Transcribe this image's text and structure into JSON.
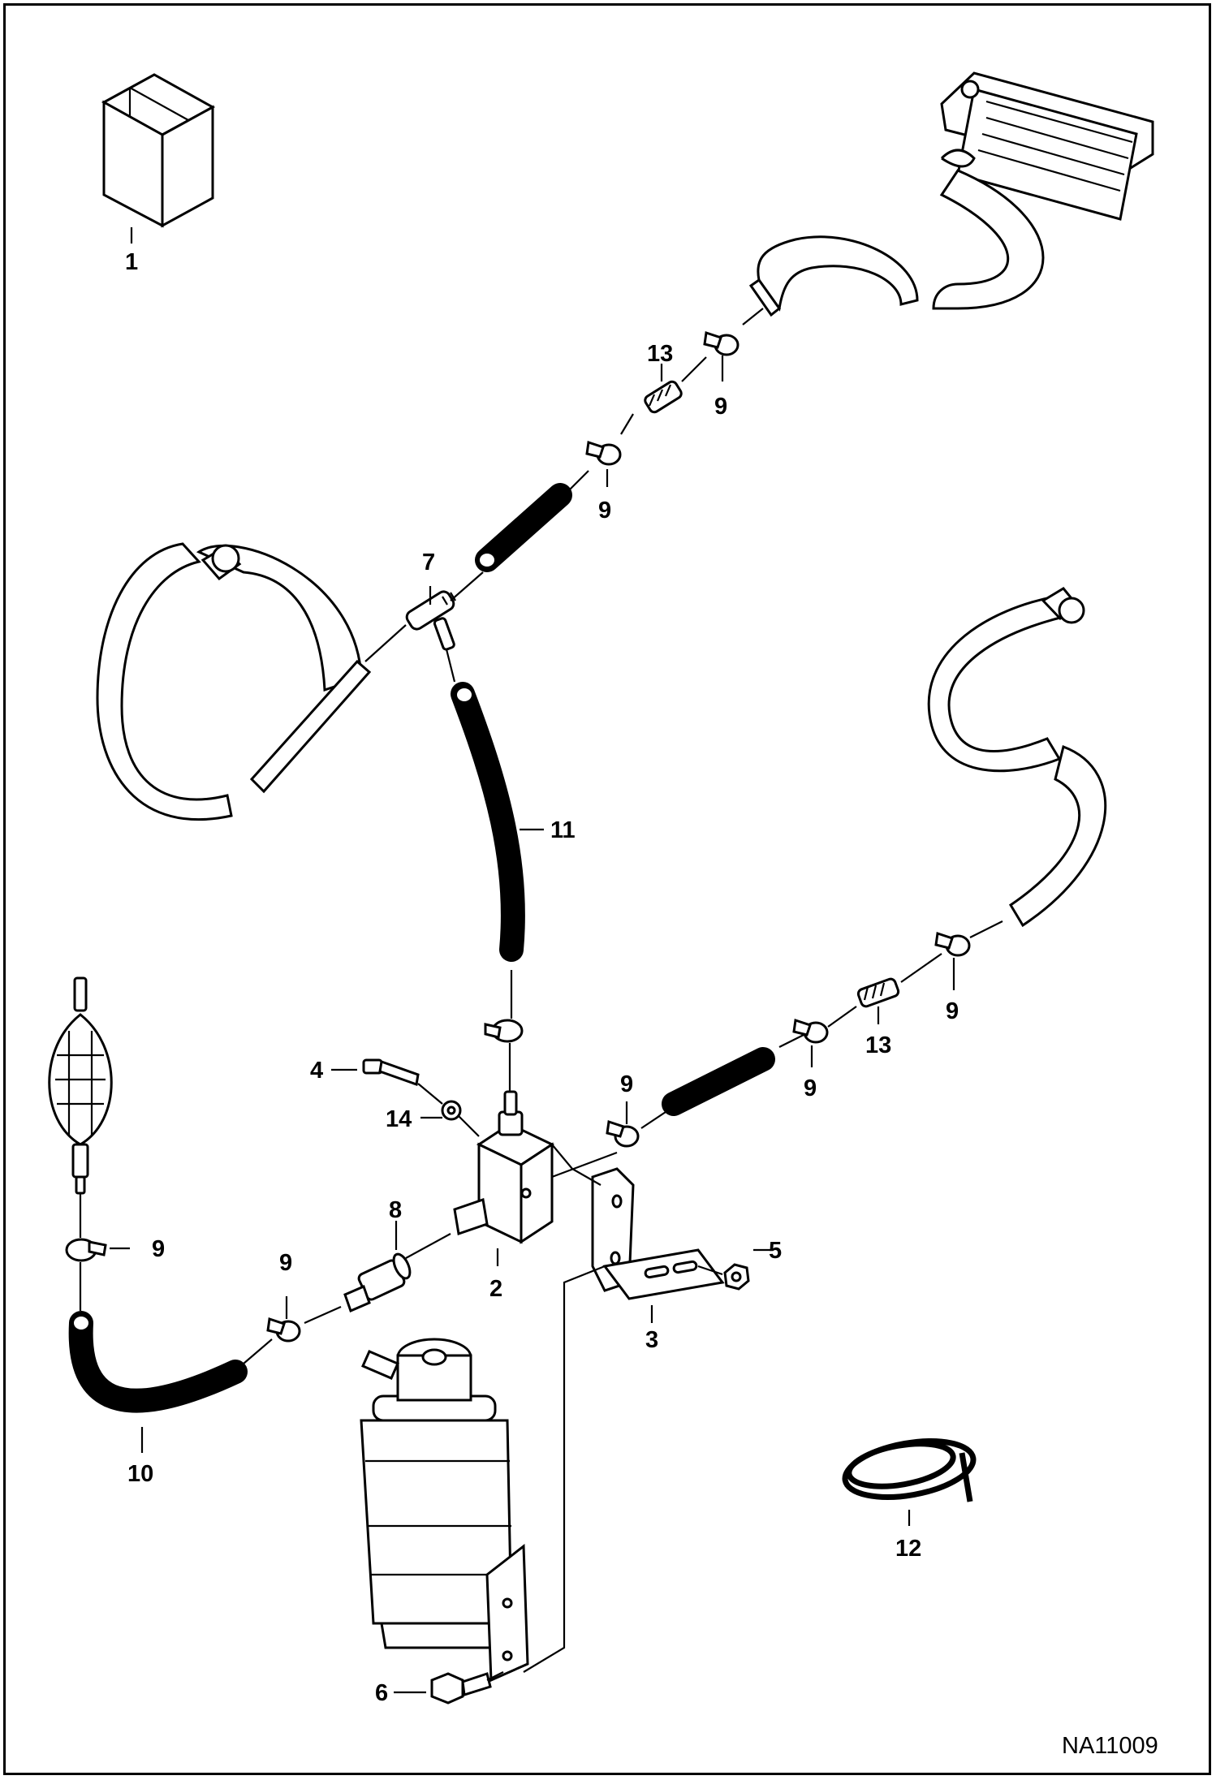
{
  "diagram_id": "NA11009",
  "callouts": [
    {
      "label": "1"
    },
    {
      "label": "2"
    },
    {
      "label": "3"
    },
    {
      "label": "4"
    },
    {
      "label": "5"
    },
    {
      "label": "6"
    },
    {
      "label": "7"
    },
    {
      "label": "8"
    },
    {
      "label": "9"
    },
    {
      "label": "9"
    },
    {
      "label": "9"
    },
    {
      "label": "9"
    },
    {
      "label": "9"
    },
    {
      "label": "9"
    },
    {
      "label": "9"
    },
    {
      "label": "10"
    },
    {
      "label": "11"
    },
    {
      "label": "12"
    },
    {
      "label": "13"
    },
    {
      "label": "13"
    },
    {
      "label": "14"
    }
  ]
}
